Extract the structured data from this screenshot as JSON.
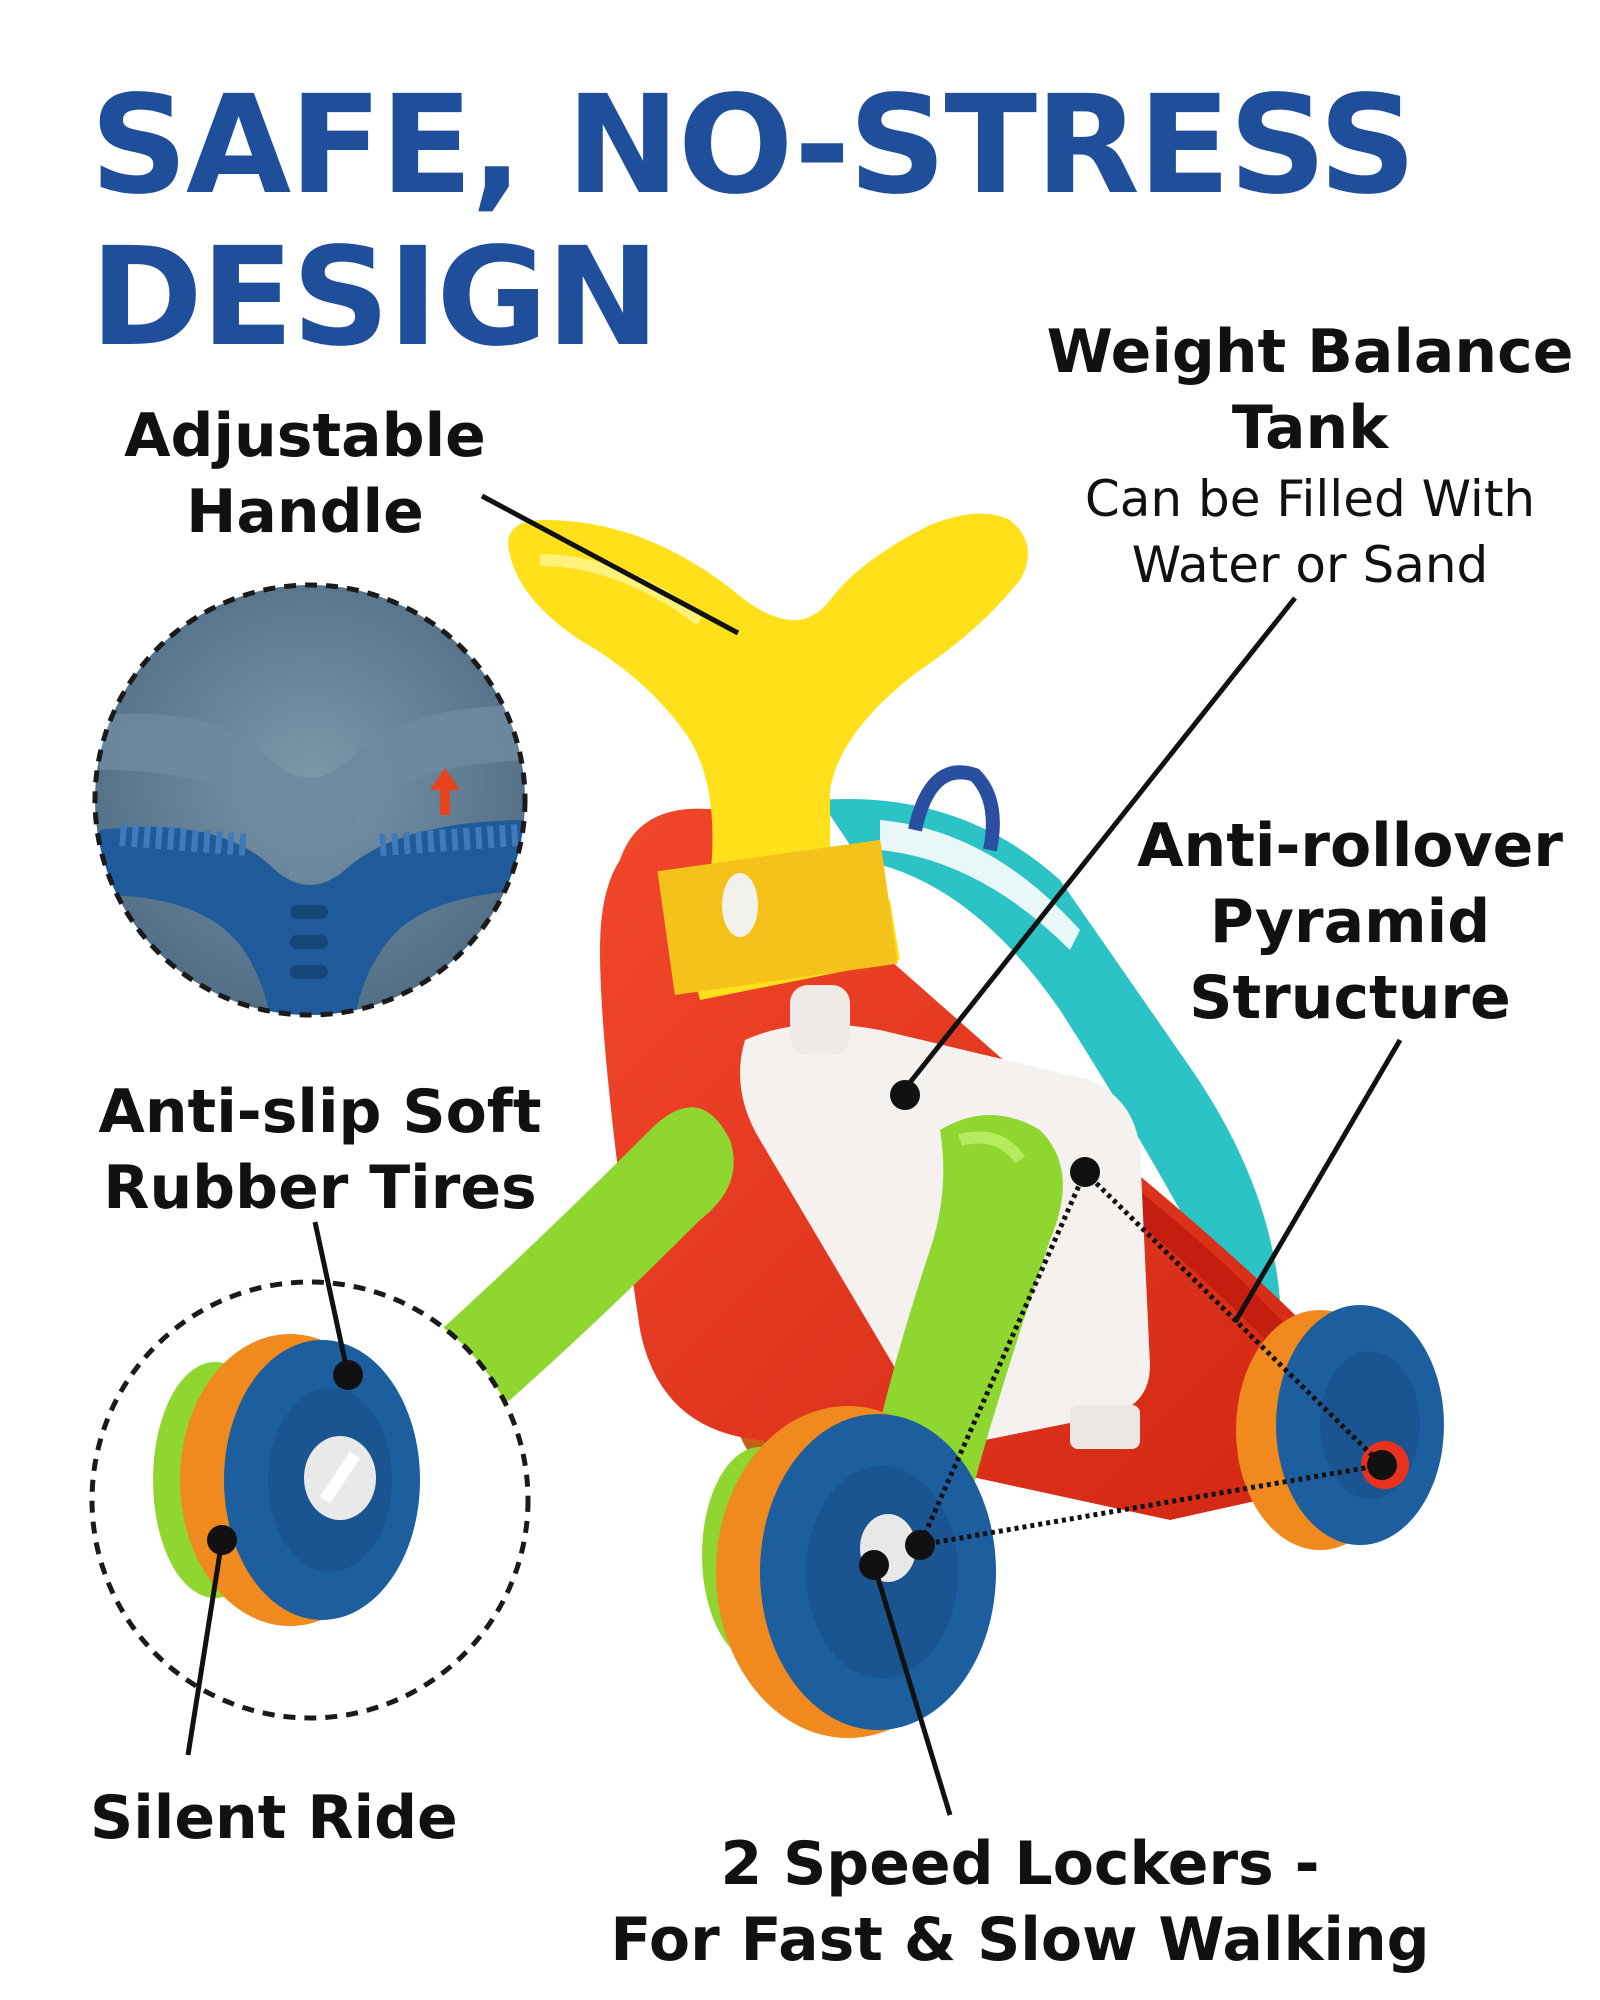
{
  "headline": {
    "line1": "SAFE, NO-STRESS",
    "line2": "DESIGN"
  },
  "callouts": {
    "handle": {
      "line1": "Adjustable",
      "line2": "Handle"
    },
    "tank": {
      "line1": "Weight Balance",
      "line2": "Tank",
      "sub1": "Can be Filled With",
      "sub2": "Water or Sand"
    },
    "anti_rollover": {
      "line1": "Anti-rollover",
      "line2": "Pyramid",
      "line3": "Structure"
    },
    "tires": {
      "line1": "Anti-slip Soft",
      "line2": "Rubber Tires"
    },
    "silent": {
      "line1": "Silent Ride"
    },
    "speed": {
      "line1": "2 Speed Lockers -",
      "line2": "For Fast & Slow Walking"
    }
  },
  "colors": {
    "headline": "#1f4e9a",
    "label_text": "#111111",
    "handle_yellow": "#ffe01a",
    "body_red": "#e8321e",
    "legs_green": "#8fd631",
    "wheel_blue": "#1d5e9e",
    "wheel_rim_orange": "#f08a1e",
    "panel_teal": "#2cc3c6",
    "tank_white": "#f4f1ee",
    "inset_bg": "#5b7a92"
  },
  "icons": {
    "up_arrow": "arrow-up-icon"
  }
}
